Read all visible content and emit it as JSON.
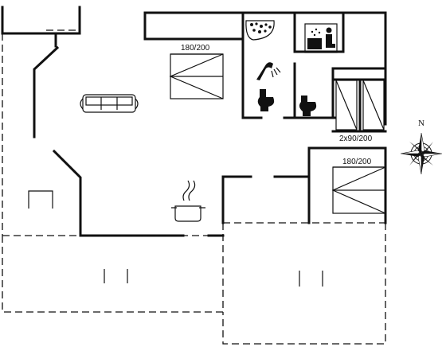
{
  "floorplan": {
    "bed_labels": {
      "bedroom_top": "180/200",
      "bedroom_twin": "2x90/200",
      "bedroom_bottom": "180/200"
    },
    "compass": {
      "north_label": "N"
    },
    "icons": [
      "sofa-icon",
      "stove-pot-icon",
      "whirlpool-icon",
      "sauna-icon",
      "shower-icon",
      "toilet-icon",
      "chair-icon",
      "compass-rose-icon"
    ]
  }
}
